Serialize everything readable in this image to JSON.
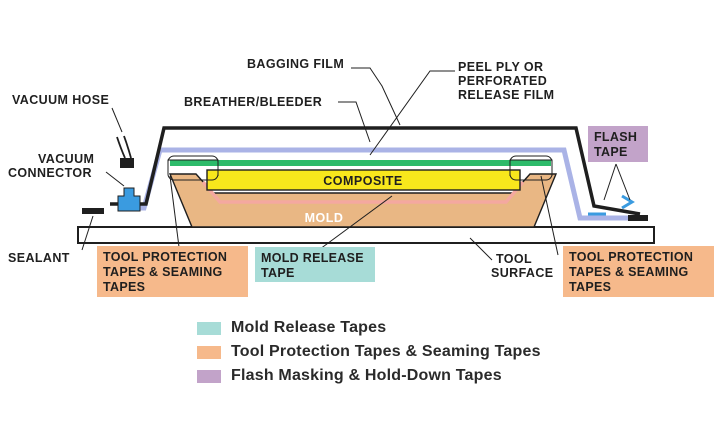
{
  "colors": {
    "mold_release": "#a7dcd7",
    "tool_protection": "#f6b98b",
    "flash": "#c2a3c9",
    "composite": "#f8e71c",
    "green": "#2dbb6a",
    "breather": "#aab3e6",
    "pink_line": "#f4a8a0",
    "blue": "#3a9be0",
    "mold": "#e9b784"
  },
  "labels": {
    "bagging_film": "BAGGING FILM",
    "peel_ply_line1": "PEEL PLY OR",
    "peel_ply_line2": "PERFORATED",
    "peel_ply_line3": "RELEASE FILM",
    "vacuum_hose": "VACUUM HOSE",
    "breather": "BREATHER/BLEEDER",
    "vacuum_connector_line1": "VACUUM",
    "vacuum_connector_line2": "CONNECTOR",
    "flash_tape_line1": "FLASH",
    "flash_tape_line2": "TAPE",
    "composite": "COMPOSITE",
    "mold": "MOLD",
    "sealant": "SEALANT",
    "tool_surface_line1": "TOOL",
    "tool_surface_line2": "SURFACE",
    "tool_protection_left_line1": "TOOL PROTECTION",
    "tool_protection_left_line2": "TAPES & SEAMING",
    "tool_protection_left_line3": "TAPES",
    "mold_release_tape_line1": "MOLD RELEASE",
    "mold_release_tape_line2": "TAPE",
    "tool_protection_right_line1": "TOOL PROTECTION",
    "tool_protection_right_line2": "TAPES & SEAMING",
    "tool_protection_right_line3": "TAPES"
  },
  "legend": [
    {
      "label": "Mold Release Tapes",
      "color": "#a7dcd7"
    },
    {
      "label": "Tool Protection Tapes & Seaming Tapes",
      "color": "#f6b98b"
    },
    {
      "label": "Flash Masking & Hold-Down Tapes",
      "color": "#c2a3c9"
    }
  ]
}
